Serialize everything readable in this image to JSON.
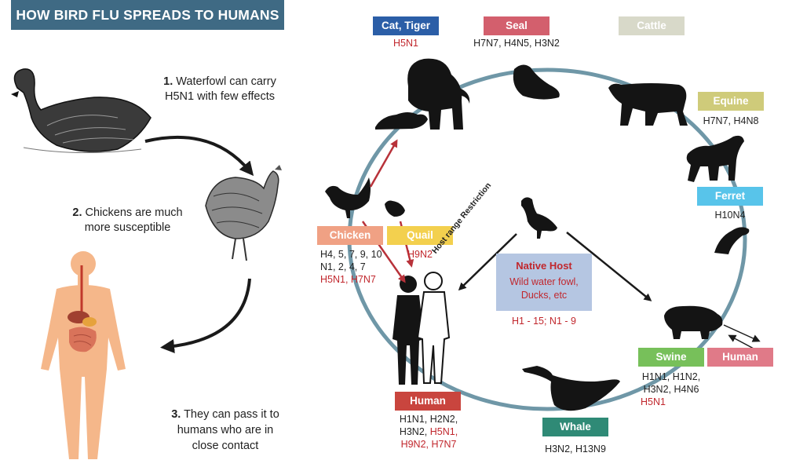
{
  "title": "HOW BIRD FLU SPREADS TO HUMANS",
  "steps": [
    {
      "num": "1.",
      "line1": "Waterfowl can carry",
      "line2": "H5N1 with few effects"
    },
    {
      "num": "2.",
      "line1": "Chickens are much",
      "line2": "more susceptible"
    },
    {
      "num": "3.",
      "line1": "They can pass it to",
      "line2": "humans who are in",
      "line3": "close contact"
    }
  ],
  "hosts": {
    "cat_tiger": {
      "label": "Cat, Tiger",
      "color": "#2b5ea7",
      "strains": "H5N1"
    },
    "seal": {
      "label": "Seal",
      "color": "#d35f6d",
      "strains": "H7N7, H4N5, H3N2"
    },
    "cattle": {
      "label": "Cattle",
      "color": "#d8d9c9",
      "strains": ""
    },
    "equine": {
      "label": "Equine",
      "color": "#cfcb7a",
      "strains": "H7N7, H4N8"
    },
    "ferret": {
      "label": "Ferret",
      "color": "#58c4ea",
      "strains": "H10N4"
    },
    "swine": {
      "label": "Swine",
      "color": "#77c05a",
      "strains_black": [
        "H1N1, H1N2,",
        "H3N2, H4N6"
      ],
      "strains_red": "H5N1"
    },
    "human_right": {
      "label": "Human",
      "color": "#e07a88"
    },
    "whale": {
      "label": "Whale",
      "color": "#2f8a76",
      "strains": "H3N2, H13N9"
    },
    "human_bottom": {
      "label": "Human",
      "color": "#c9453e",
      "strains_black": [
        "H1N1, H2N2,",
        "H3N2,"
      ],
      "strains_red": [
        "H5N1,",
        "H9N2, H7N7"
      ]
    },
    "chicken": {
      "label": "Chicken",
      "color": "#f0a184",
      "strains_black": [
        "H4, 5, 7, 9, 10",
        "N1, 2, 4, 7"
      ],
      "strains_red": "H5N1, H7N7"
    },
    "quail": {
      "label": "Quail",
      "color": "#f3d04e",
      "strains": "H9N2"
    }
  },
  "native_host": {
    "title": "Native Host",
    "line1": "Wild water fowl,",
    "line2": "Ducks, etc",
    "code": "H1 - 15; N1 - 9"
  },
  "restriction_label": "Host range Restriction",
  "icons": [
    "swan-icon",
    "hen-icon",
    "human-anatomy-icon",
    "lion-icon",
    "cat-icon",
    "seal-icon",
    "cow-icon",
    "horse-icon",
    "ferret-icon",
    "pig-icon",
    "whale-icon",
    "duck-icon",
    "rooster-icon",
    "quail-icon",
    "human-couple-icon"
  ],
  "colors": {
    "banner": "#3f6a84",
    "cycle": "#6f97a7",
    "arrow_red": "#b8323a",
    "dark": "#1a1a1a"
  }
}
